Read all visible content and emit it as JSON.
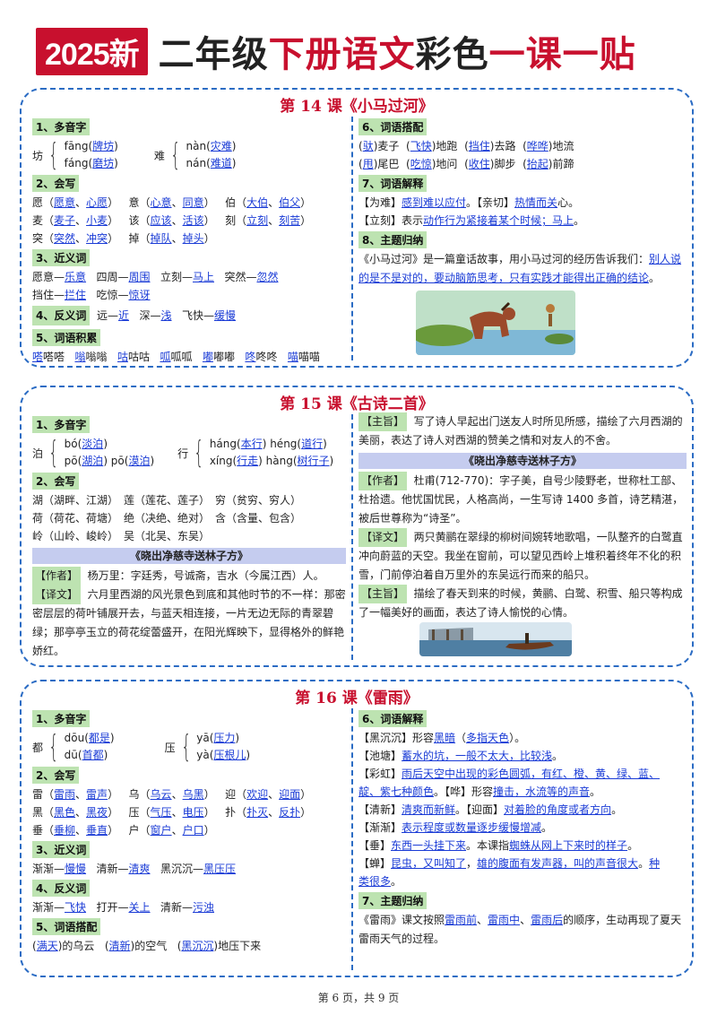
{
  "header": {
    "badge": "2025新",
    "t1": "二年级",
    "t2": "下册语文",
    "t3": "彩色",
    "t4": "一课一贴"
  },
  "l14": {
    "title": "第 14 课《小马过河》",
    "s1": "1、多音字",
    "p1_char": "坊",
    "p1_a": "fāng(",
    "p1_a_w": "牌坊",
    "p1_b": "fáng(",
    "p1_b_w": "磨坊",
    "p2_char": "难",
    "p2_a": "nàn(",
    "p2_a_w": "灾难",
    "p2_b": "nán(",
    "p2_b_w": "难道",
    "s2": "2、会写",
    "w_r1": [
      "愿（",
      "愿意",
      "、",
      "心愿",
      "）",
      "意（",
      "心意",
      "、",
      "同意",
      "）",
      "伯（",
      "大伯",
      "、",
      "伯父",
      "）"
    ],
    "w_r2": [
      "麦（",
      "麦子",
      "、",
      "小麦",
      "）",
      "该（",
      "应该",
      "、",
      "活该",
      "）",
      "刻（",
      "立刻",
      "、",
      "刻苦",
      "）"
    ],
    "w_r3": [
      "突（",
      "突然",
      "、",
      "冲突",
      "）",
      "掉（",
      "掉队",
      "、",
      "掉头",
      "）"
    ],
    "s3": "3、近义词",
    "syn1": [
      "愿意—",
      "乐意",
      "四周—",
      "周围",
      "立刻—",
      "马上",
      "突然—",
      "忽然"
    ],
    "syn2": [
      "挡住—",
      "拦住",
      "吃惊—",
      "惊讶"
    ],
    "s4": "4、反义词",
    "ant": [
      "远—",
      "近",
      "深—",
      "浅",
      "飞快—",
      "缓慢"
    ],
    "s5": "5、词语积累",
    "acc": [
      "嗒",
      "嗒嗒",
      "嗡",
      "嗡嗡",
      "咕",
      "咕咕",
      "呱",
      "呱呱",
      "嘟",
      "嘟嘟",
      "咚",
      "咚咚",
      "喵",
      "喵喵"
    ],
    "s6": "6、词语搭配",
    "col1": [
      "(",
      "驮",
      ")麦子",
      "(",
      "飞快",
      ")地跑",
      "(",
      "挡住",
      ")去路",
      "(",
      "哗哗",
      ")地流"
    ],
    "col2": [
      "(",
      "甩",
      ")尾巴",
      "(",
      "吃惊",
      ")地问",
      "(",
      "收住",
      ")脚步",
      "(",
      "抬起",
      ")前蹄"
    ],
    "s7": "7、词语解释",
    "e1": [
      "【为难】",
      "感到难以应付",
      "。【亲切】",
      "热情而关",
      "心。"
    ],
    "e2": [
      "【立刻】表示",
      "动作行为紧接着某个时候；马上",
      "。"
    ],
    "s8": "8、主题归纳",
    "theme_a": "《小马过河》是一篇童话故事，用小马过河的经历告诉我们：",
    "theme_b": "别人说的是不是对的，要动脑筋思考，只有实践才能得出正确的结论",
    "theme_c": "。"
  },
  "l15": {
    "title": "第 15 课《古诗二首》",
    "s1": "1、多音字",
    "p1_char": "泊",
    "p1_a": "bó(",
    "p1_a_w": "淡泊",
    "p1_b": "pō(",
    "p1_b_w": "湖泊",
    "p1_b2": ") pō(",
    "p1_b2_w": "漠泊",
    "p2_char": "行",
    "p2_a": "háng(",
    "p2_a_w": "本行",
    "p2_a2": ") héng(",
    "p2_a2_w": "道行",
    "p2_b": "xíng(",
    "p2_b_w": "行走",
    "p2_b2": ") hàng(",
    "p2_b2_w": "树行子",
    "s2": "2、会写",
    "w1": "湖（湖畔、江湖）　莲（莲花、莲子）　穷（贫穷、穷人）",
    "w2": "荷（荷花、荷塘）　绝（决绝、绝对）　含（含量、包含）",
    "w3": "岭（山岭、峻岭）　吴（北吴、东吴）",
    "band": "《晓出净慈寺送林子方》",
    "author_tag": "【作者】",
    "author": "杨万里：字廷秀，号诚斋，吉水（今属江西）人。",
    "trans_tag": "【译文】",
    "trans": "六月里西湖的风光景色到底和其他时节的不一样：那密密层层的荷叶铺展开去，与蓝天相连接，一片无边无际的青翠碧绿；那亭亭玉立的荷花绽蕾盛开，在阳光辉映下，显得格外的鲜艳娇红。",
    "main_tag": "【主旨】",
    "main": "写了诗人早起出门送友人时所见所感，描绘了六月西湖的美丽，表达了诗人对西湖的赞美之情和对友人的不舍。",
    "band2": "《晓出净慈寺送林子方》",
    "a2_tag": "【作者】",
    "a2": "杜甫(712-770)：字子美，自号少陵野老，世称杜工部、杜拾遗。他忧国忧民，人格高尚，一生写诗 1400 多首，诗艺精湛，被后世尊称为“诗圣”。",
    "t2_tag": "【译文】",
    "t2": "两只黄鹂在翠绿的柳树间婉转地歌唱，一队整齐的白鹭直冲向蔚蓝的天空。我坐在窗前，可以望见西岭上堆积着终年不化的积雪，门前停泊着自万里外的东吴远行而来的船只。",
    "m2_tag": "【主旨】",
    "m2": "描绘了春天到来的时候，黄鹂、白鹭、积雪、船只等构成了一幅美好的画面，表达了诗人愉悦的心情。"
  },
  "l16": {
    "title": "第 16 课《雷雨》",
    "s1": "1、多音字",
    "p1_char": "都",
    "p1_a": "dōu(",
    "p1_a_w": "都是",
    "p1_b": "dū(",
    "p1_b_w": "首都",
    "p2_char": "压",
    "p2_a": "yā(",
    "p2_a_w": "压力",
    "p2_b": "yà(",
    "p2_b_w": "压根儿",
    "s2": "2、会写",
    "w_r1": [
      "雷（",
      "雷雨",
      "、",
      "雷声",
      "）",
      "乌（",
      "乌云",
      "、",
      "乌黑",
      "）",
      "迎（",
      "欢迎",
      "、",
      "迎面",
      "）"
    ],
    "w_r2": [
      "黑（",
      "黑色",
      "、",
      "黑夜",
      "）",
      "压（",
      "气压",
      "、",
      "电压",
      "）",
      "扑（",
      "扑灭",
      "、",
      "反扑",
      "）"
    ],
    "w_r3": [
      "垂（",
      "垂柳",
      "、",
      "垂直",
      "）",
      "户（",
      "窗户",
      "、",
      "户口",
      "）"
    ],
    "s3": "3、近义词",
    "syn": [
      "渐渐—",
      "慢慢",
      "清新—",
      "清爽",
      "黑沉沉—",
      "黑压压"
    ],
    "s4": "4、反义词",
    "ant": [
      "渐渐—",
      "飞快",
      "打开—",
      "关上",
      "清新—",
      "污浊"
    ],
    "s5": "5、词语搭配",
    "col": [
      "(",
      "满天",
      ")的乌云",
      "(",
      "清新",
      ")的空气",
      "(",
      "黑沉沉",
      ")地压下来"
    ],
    "s6": "6、词语解释",
    "e1": [
      "【黑沉沉】形容",
      "黑暗",
      "（",
      "多指天色",
      "）。"
    ],
    "e2": [
      "【池塘】",
      "蓄水的坑，一般不太大，比较浅",
      "。"
    ],
    "e3a": [
      "【彩虹】",
      "雨后天空中出现的彩色圆弧，有红、橙、黄、绿、蓝、"
    ],
    "e3b": [
      "靛、紫七种颜色",
      "。【哗】形容",
      "撞击，水流等的声音",
      "。"
    ],
    "e4": [
      "【清新】",
      "清爽而新鲜",
      "。【迎面】",
      "对着脸的角度或者方向",
      "。"
    ],
    "e5": [
      "【渐渐】",
      "表示程度或数量逐步缓慢增减",
      "。"
    ],
    "e6": [
      "【垂】",
      "东西一头挂下来",
      "。本课指",
      "蜘蛛从网上下来时的样子",
      "。"
    ],
    "e7a": [
      "【蝉】",
      "昆虫，又叫知了",
      "，",
      "雄的腹面有发声器，叫的声音很大",
      "。",
      "种"
    ],
    "e7b": [
      "类很多",
      "。"
    ],
    "s7": "7、主题归纳",
    "theme": [
      "《雷雨》课文按照",
      "雷雨前",
      "、",
      "雷雨中",
      "、",
      "雷雨后",
      "的顺序，生动再现了夏天雷雨天气的过程。"
    ]
  },
  "footer": "第 6 页，共 9 页",
  "colors": {
    "accent": "#c8102e",
    "link": "#1a3bd6",
    "border": "#2b6cc4",
    "tag": "#bde3b1",
    "band": "#c5ccef"
  }
}
